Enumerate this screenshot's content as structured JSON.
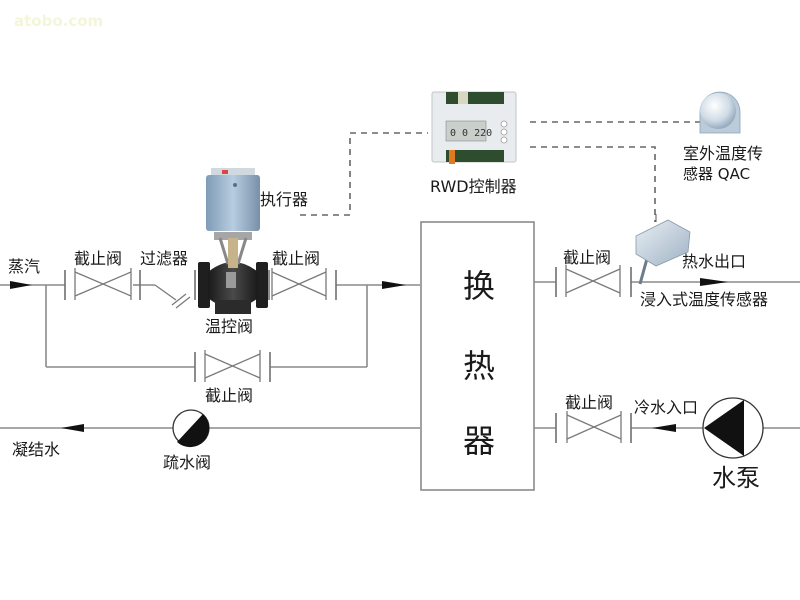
{
  "watermark": "atobo.com",
  "labels": {
    "steam": "蒸汽",
    "gate_valve_1": "截止阀",
    "strainer": "过滤器",
    "actuator": "执行器",
    "gate_valve_2": "截止阀",
    "temp_control_valve": "温控阀",
    "bypass_gate_valve": "截止阀",
    "controller": "RWD控制器",
    "outdoor_sensor_line1": "室外温度传",
    "outdoor_sensor_line2": "感器 QAC",
    "heat_exchanger": [
      "换",
      "热",
      "器"
    ],
    "hot_gate_valve": "截止阀",
    "hot_water_outlet": "热水出口",
    "immersion_sensor": "浸入式温度传感器",
    "cold_gate_valve": "截止阀",
    "cold_water_inlet": "冷水入口",
    "pump": "水泵",
    "condensate": "凝结水",
    "steam_trap": "疏水阀"
  },
  "controller_display": {
    "reading": "0 0 220"
  },
  "colors": {
    "pipe": "#8a8a8a",
    "symbol_fill": "#111111",
    "actuator_body": "#9fb8cf",
    "valve_body": "#2a2a2a",
    "connector": "#e07a1f",
    "sensor_body": "#c9d6e2"
  }
}
